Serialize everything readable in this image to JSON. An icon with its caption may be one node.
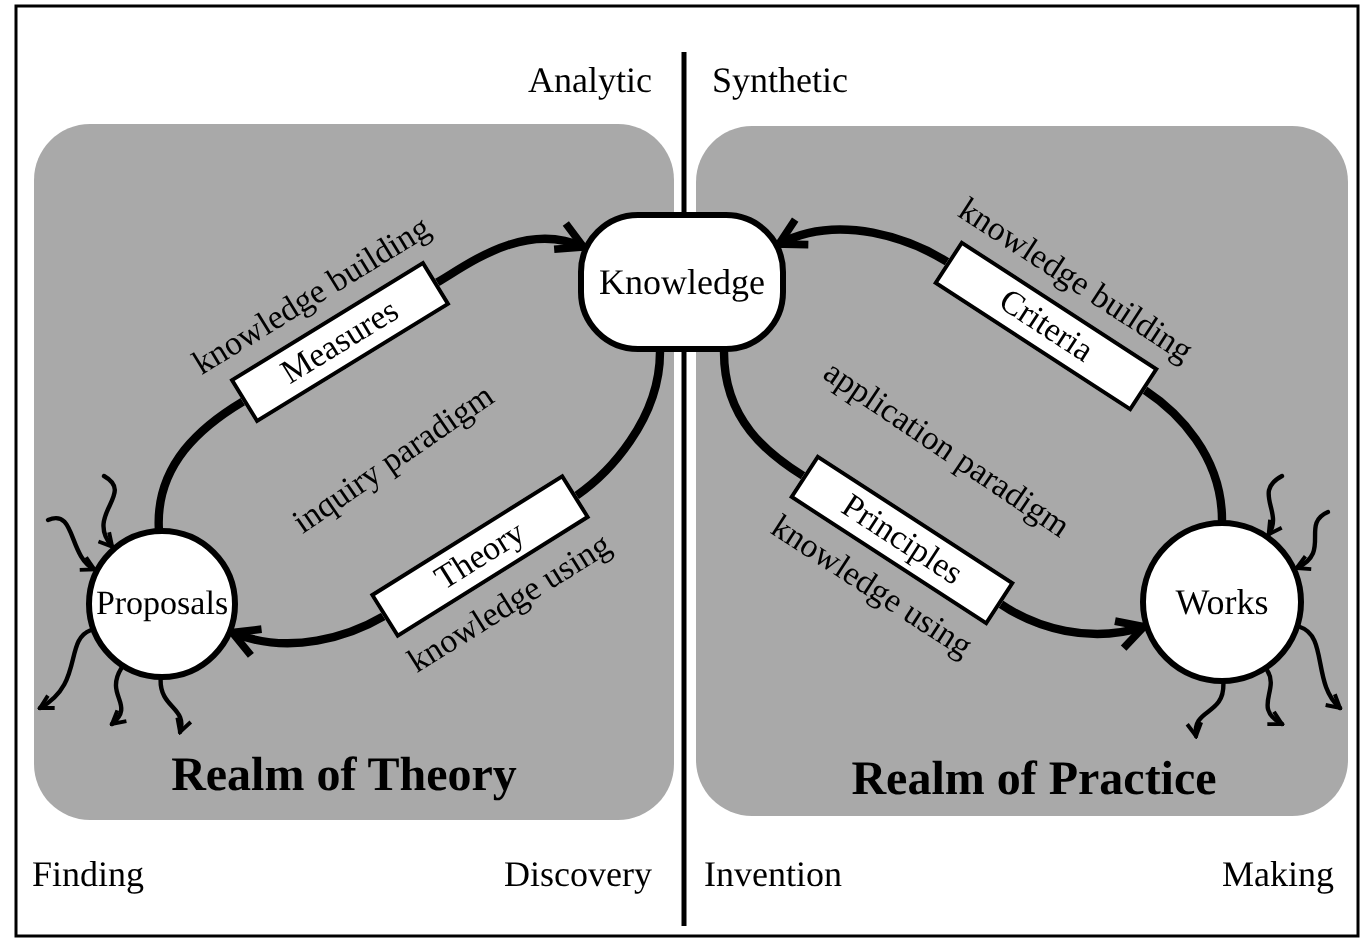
{
  "diagram": {
    "nodes": [
      {
        "text": [
          "Realm of Theory"
        ]
      },
      {
        "text": [
          "Measures",
          "knowledge building"
        ],
        "in": 0
      },
      {
        "text": [
          "Proposals"
        ],
        "in": 0
      },
      {
        "text": [
          "Theory",
          "knowledge using"
        ],
        "in": 0
      },
      {
        "text": [
          "Knowledge"
        ]
      },
      {
        "text": [
          "Realm of Practice"
        ]
      },
      {
        "text": [
          "Criteria",
          "knowledge building"
        ],
        "in": 5
      },
      {
        "text": [
          "Principles",
          "knowledge using"
        ],
        "in": 5
      },
      {
        "text": [
          "Works"
        ],
        "in": 5
      }
    ],
    "edges": [
      {
        "from": 2,
        "to": 1,
        "arrow": "none",
        "style": "thick"
      },
      {
        "from": 1,
        "to": 4,
        "arrow": "to",
        "style": "thick"
      },
      {
        "from": 4,
        "to": 3,
        "arrow": "none",
        "style": "thick"
      },
      {
        "from": 3,
        "to": 2,
        "arrow": "to",
        "style": "thick"
      },
      {
        "from": 8,
        "to": 6,
        "arrow": "none",
        "style": "thick"
      },
      {
        "from": 6,
        "to": 4,
        "arrow": "to",
        "style": "thick"
      },
      {
        "from": 4,
        "to": 7,
        "arrow": "none",
        "style": "thick"
      },
      {
        "from": 7,
        "to": 8,
        "arrow": "to",
        "style": "thick"
      },
      {
        "from": null,
        "to": 2,
        "arrow": "to"
      },
      {
        "from": null,
        "to": 2,
        "arrow": "to"
      },
      {
        "from": 2,
        "to": null,
        "arrow": "to"
      },
      {
        "from": 2,
        "to": null,
        "arrow": "to"
      },
      {
        "from": 2,
        "to": null,
        "arrow": "to"
      },
      {
        "from": null,
        "to": 8,
        "arrow": "to"
      },
      {
        "from": null,
        "to": 8,
        "arrow": "to"
      },
      {
        "from": 8,
        "to": null,
        "arrow": "to"
      },
      {
        "from": 8,
        "to": null,
        "arrow": "to"
      },
      {
        "from": 8,
        "to": null,
        "arrow": "to"
      }
    ],
    "labels": [
      "Analytic",
      "Synthetic",
      "inquiry paradigm",
      "application paradigm",
      "Finding",
      "Discovery",
      "Invention",
      "Making"
    ]
  }
}
